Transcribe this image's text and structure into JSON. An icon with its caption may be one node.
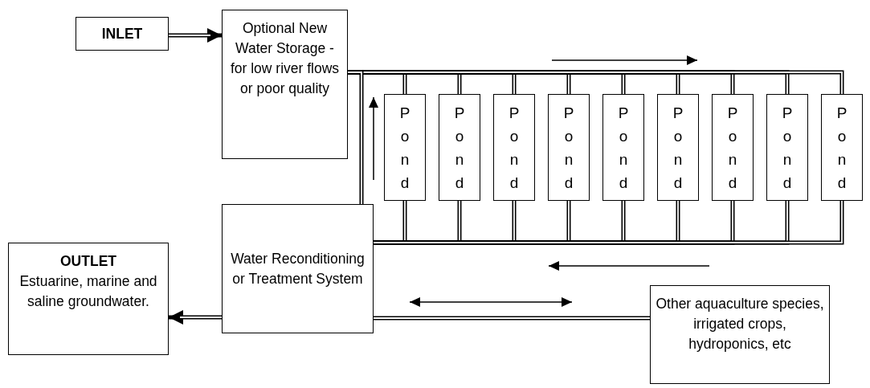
{
  "diagram": {
    "nodes": [
      {
        "text": [
          "INLET"
        ]
      },
      {
        "text": [
          "Optional New Water Storage - for low river flows or poor quality"
        ]
      },
      {
        "text": [
          "Pond"
        ]
      },
      {
        "text": [
          "Pond"
        ]
      },
      {
        "text": [
          "Pond"
        ]
      },
      {
        "text": [
          "Pond"
        ]
      },
      {
        "text": [
          "Pond"
        ]
      },
      {
        "text": [
          "Pond"
        ]
      },
      {
        "text": [
          "Pond"
        ]
      },
      {
        "text": [
          "Pond"
        ]
      },
      {
        "text": [
          "Pond"
        ]
      },
      {
        "text": [
          "Water Reconditioning or Treatment System"
        ]
      },
      {
        "text": [
          "OUTLET",
          "Estuarine, marine and saline groundwater."
        ]
      },
      {
        "text": [
          "Other aquaculture species, irrigated crops, hydroponics, etc"
        ]
      }
    ],
    "edges": [
      {
        "from": 0,
        "to": 1,
        "arrow": "to"
      },
      {
        "from": 1,
        "to": 2,
        "arrow": "none"
      },
      {
        "from": 1,
        "to": 3,
        "arrow": "none"
      },
      {
        "from": 1,
        "to": 4,
        "arrow": "none"
      },
      {
        "from": 1,
        "to": 5,
        "arrow": "none"
      },
      {
        "from": 1,
        "to": 6,
        "arrow": "none"
      },
      {
        "from": 1,
        "to": 7,
        "arrow": "none"
      },
      {
        "from": 1,
        "to": 8,
        "arrow": "none"
      },
      {
        "from": 1,
        "to": 9,
        "arrow": "none"
      },
      {
        "from": 1,
        "to": 10,
        "arrow": "none"
      },
      {
        "from": 2,
        "to": 11,
        "arrow": "none"
      },
      {
        "from": 3,
        "to": 11,
        "arrow": "none"
      },
      {
        "from": 4,
        "to": 11,
        "arrow": "none"
      },
      {
        "from": 5,
        "to": 11,
        "arrow": "none"
      },
      {
        "from": 6,
        "to": 11,
        "arrow": "none"
      },
      {
        "from": 7,
        "to": 11,
        "arrow": "none"
      },
      {
        "from": 8,
        "to": 11,
        "arrow": "none"
      },
      {
        "from": 9,
        "to": 11,
        "arrow": "none"
      },
      {
        "from": 10,
        "to": 11,
        "arrow": "none"
      },
      {
        "from": 11,
        "to": 1,
        "arrow": "none"
      },
      {
        "from": 11,
        "to": 12,
        "arrow": "to"
      },
      {
        "from": 13,
        "to": 11,
        "arrow": "none"
      }
    ]
  }
}
